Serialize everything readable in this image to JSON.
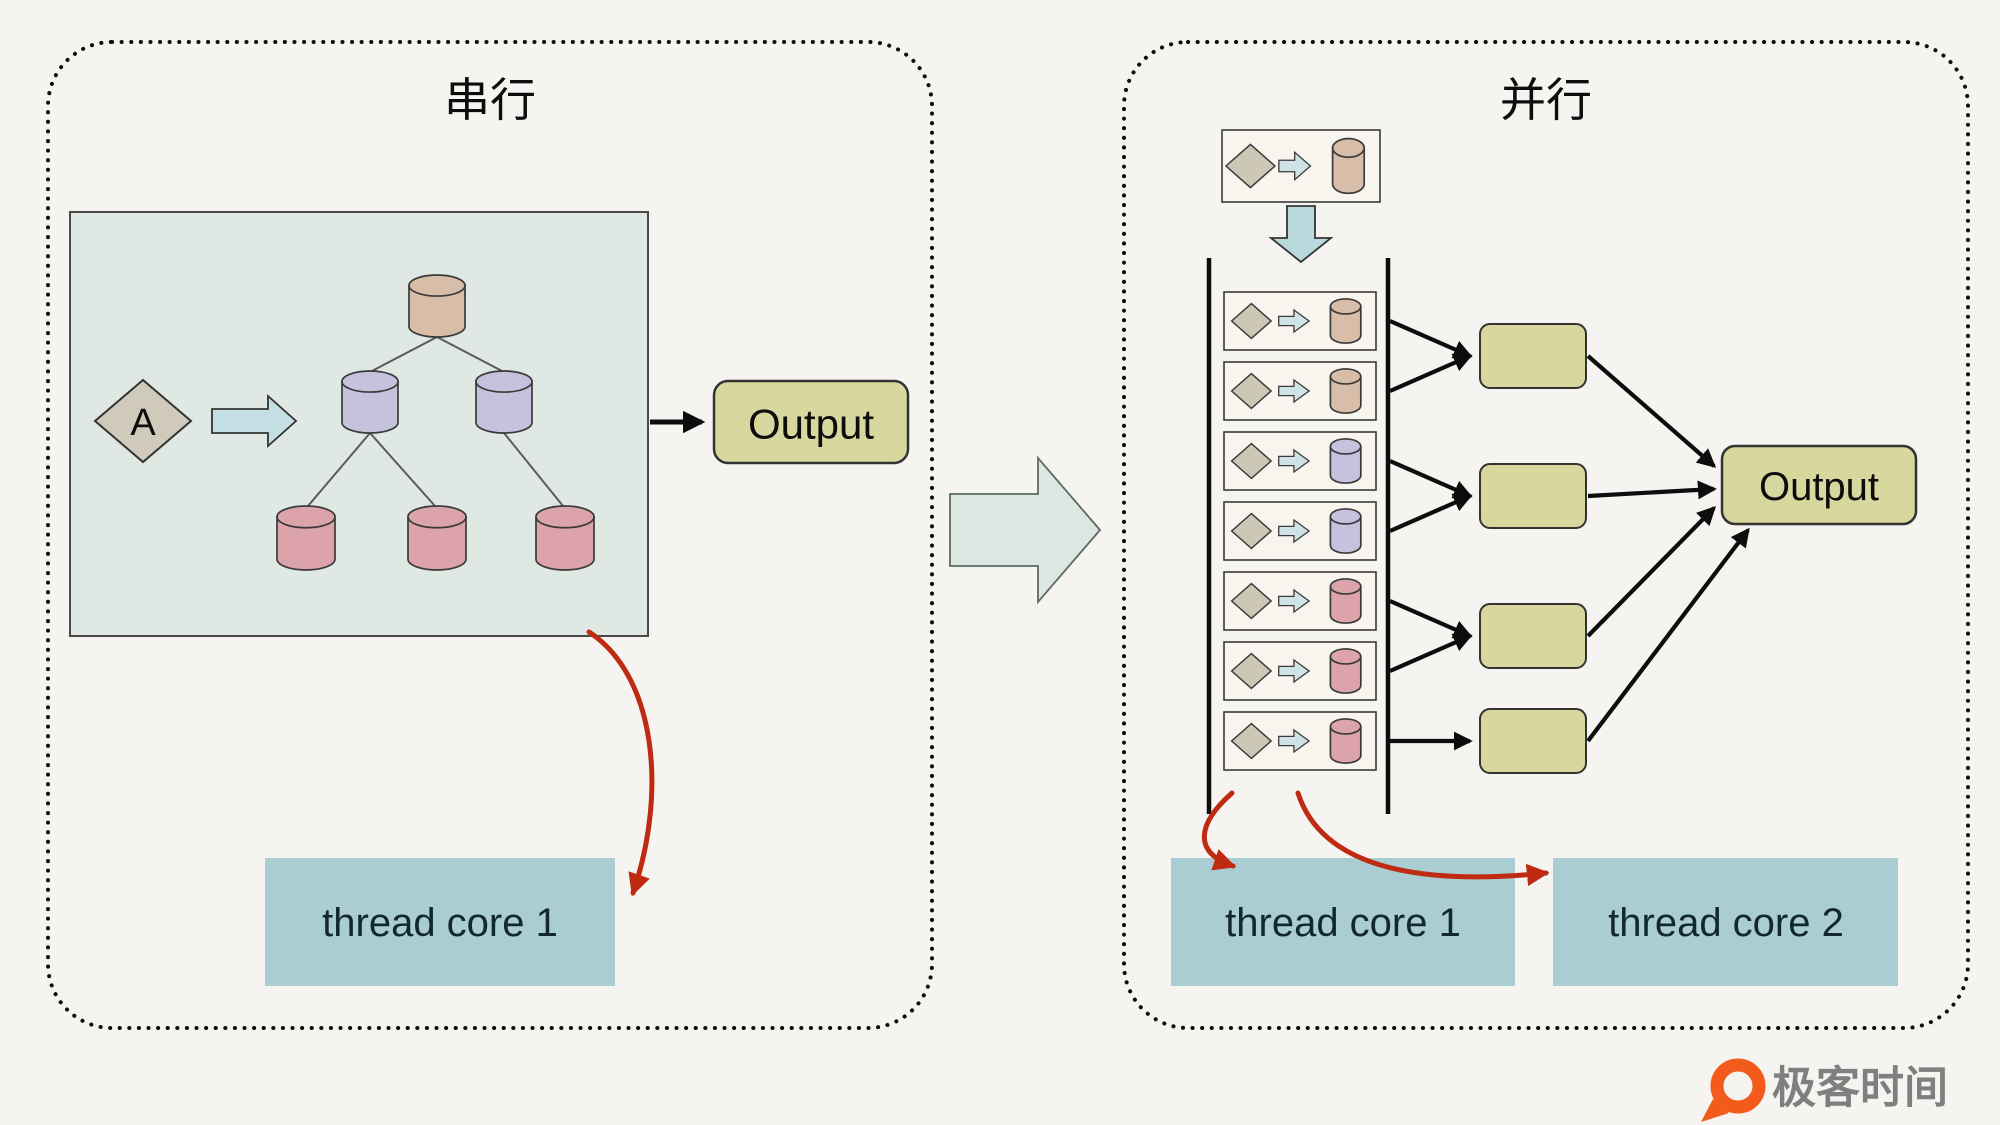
{
  "left_panel": {
    "title": "串行",
    "processor_box": {
      "diamond_label": "A",
      "tree": {
        "root": "tan",
        "middle": [
          "lavender",
          "lavender"
        ],
        "leaves": [
          "pink",
          "pink",
          "pink"
        ]
      }
    },
    "output_label": "Output",
    "thread_label": "thread core 1"
  },
  "right_panel": {
    "title": "并行",
    "feeder_item": {
      "color": "tan"
    },
    "queue_items": [
      "tan",
      "tan",
      "lavender",
      "lavender",
      "pink",
      "pink",
      "pink"
    ],
    "row_to_worker": [
      0,
      0,
      1,
      1,
      2,
      2,
      3
    ],
    "worker_count": 4,
    "output_label": "Output",
    "thread_labels": [
      "thread core 1",
      "thread core 2"
    ]
  },
  "footer": {
    "brand": "极客时间"
  },
  "colors": {
    "palette": {
      "tan": "#d8bda9",
      "lavender": "#c6c2de",
      "pink": "#dda3ab"
    },
    "output_fill": "#d8d89e",
    "thread_fill": "#a9cdd2",
    "stage_fill": "#dfe8e2",
    "accent_red": "#bf2b12",
    "brand_orange": "#f25b1c"
  }
}
